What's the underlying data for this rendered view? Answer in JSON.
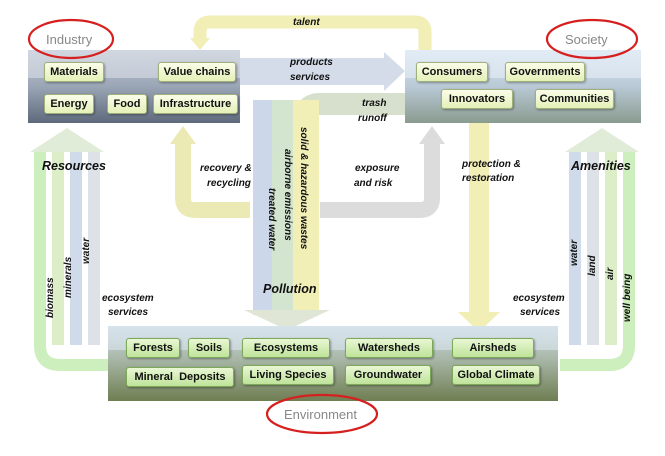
{
  "nodes": {
    "industry": "Industry",
    "society": "Society",
    "environment": "Environment"
  },
  "industry_items": [
    "Materials",
    "Value chains",
    "Energy",
    "Food",
    "Infrastructure"
  ],
  "society_items": [
    "Consumers",
    "Governments",
    "Innovators",
    "Communities"
  ],
  "environment_items": [
    "Forests",
    "Soils",
    "Ecosystems",
    "Watersheds",
    "Airsheds",
    "Mineral  Deposits",
    "Living Species",
    "Groundwater",
    "Global Climate"
  ],
  "flows": {
    "talent": "talent",
    "products": "products",
    "services": "services",
    "trash": "trash",
    "runoff": "runoff",
    "recovery": "recovery &",
    "recycling": "recycling",
    "exposure": "exposure",
    "and_risk": "and risk",
    "protection": "protection &",
    "restoration": "restoration",
    "resources": "Resources",
    "amenities": "Amenities",
    "pollution": "Pollution",
    "eco_services_l1": "ecosystem",
    "eco_services_l2": "services",
    "eco_services_r1": "ecosystem",
    "eco_services_r2": "services",
    "biomass": "biomass",
    "minerals": "minerals",
    "water_l": "water",
    "water_r": "water",
    "land": "land",
    "air": "air",
    "well_being": "well being",
    "solid": "solid & hazardous wastes",
    "airborne": "airborne emissions",
    "treated": "treated water"
  },
  "colors": {
    "highlight_circle": "#d62020",
    "yellow_arrow": "#f1eeb6",
    "blue_arrow": "#c9d7ea",
    "green_arrow": "#cdeebd",
    "box_fill": "#eef5cc"
  }
}
